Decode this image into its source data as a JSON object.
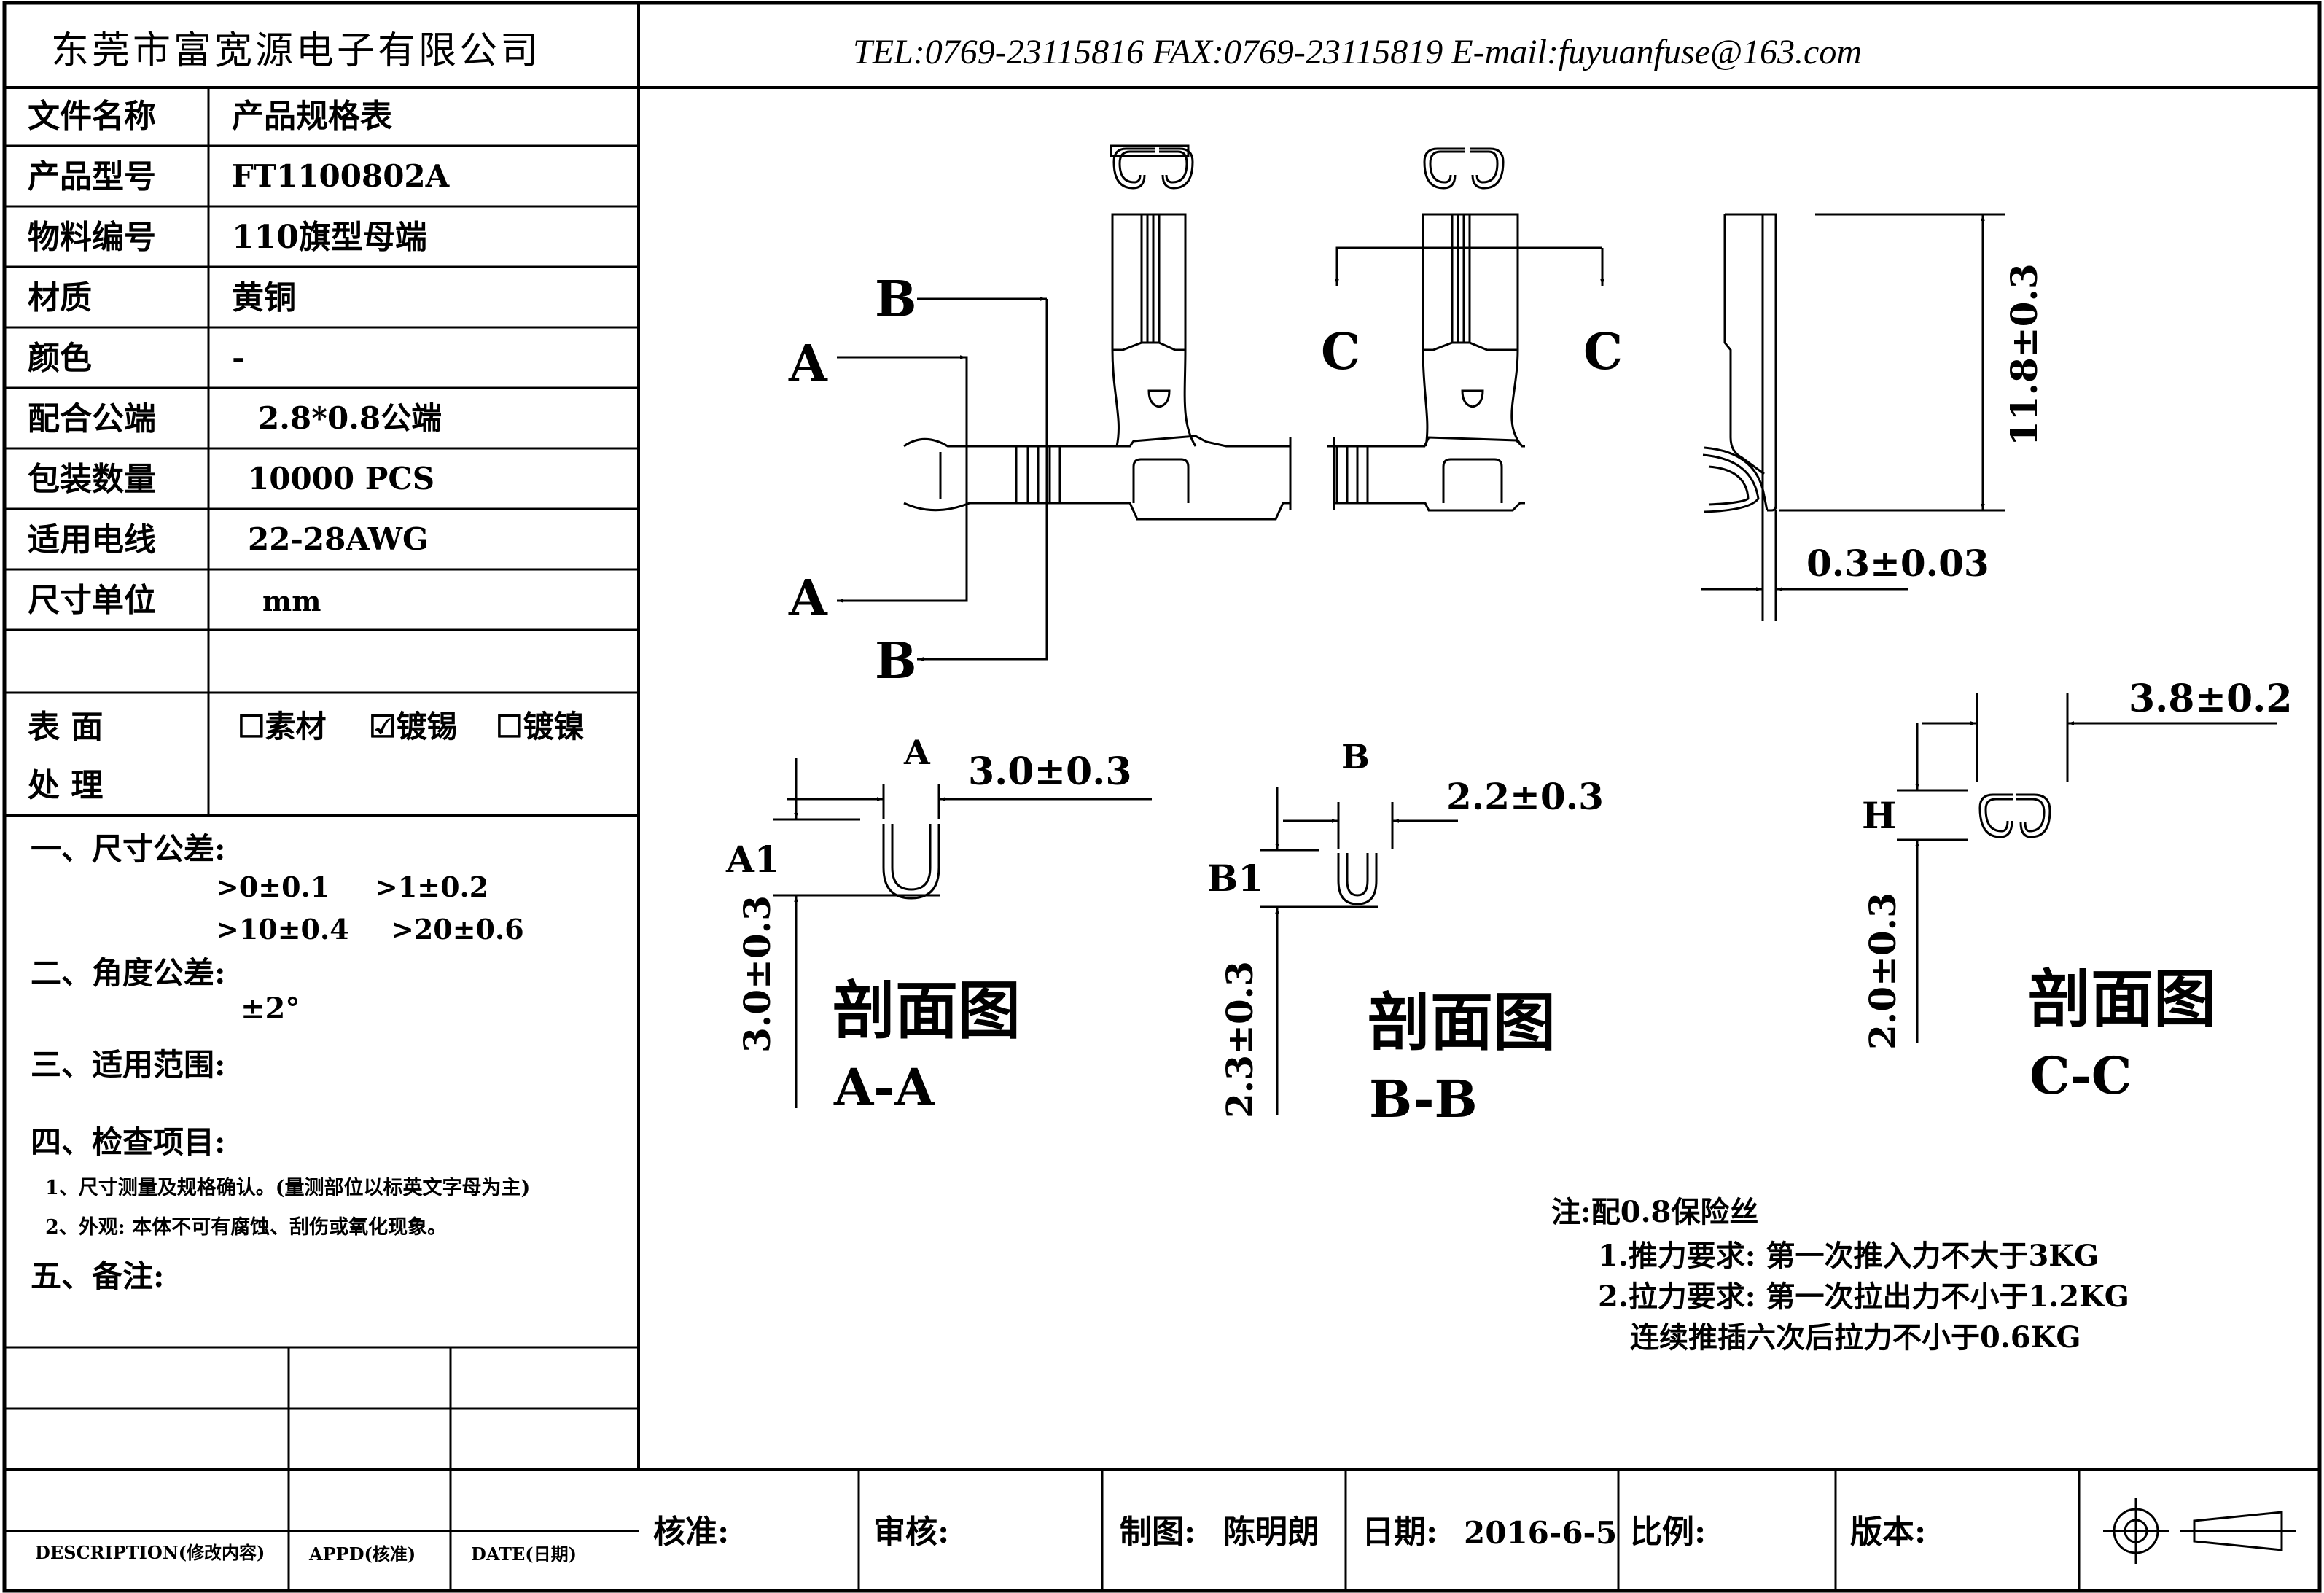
{
  "company": "东莞市富宽源电子有限公司",
  "contact": "TEL:0769-23115816 FAX:0769-23115819 E-mail:fuyuanfuse@163.com",
  "spec": [
    {
      "label": "文件名称",
      "value": "产品规格表"
    },
    {
      "label": "产品型号",
      "value": "FT1100802A"
    },
    {
      "label": "物料编号",
      "value": "110旗型母端"
    },
    {
      "label": "材质",
      "value": "黄铜"
    },
    {
      "label": "颜色",
      "value": "-"
    },
    {
      "label": "配合公端",
      "value": "2.8*0.8公端"
    },
    {
      "label": "包装数量",
      "value": "10000 PCS"
    },
    {
      "label": "适用电线",
      "value": "22-28AWG"
    },
    {
      "label": "尺寸单位",
      "value": "mm"
    }
  ],
  "surface": {
    "label_line1": "表 面",
    "label_line2": "处 理",
    "options": [
      {
        "mark": "☐",
        "text": "素材"
      },
      {
        "mark": "☑",
        "text": "镀锡"
      },
      {
        "mark": "☐",
        "text": "镀镍"
      }
    ]
  },
  "notes": {
    "tolerance_title": "一、尺寸公差:",
    "tol_1": ">0±0.1",
    "tol_2": ">1±0.2",
    "tol_3": ">10±0.4",
    "tol_4": ">20±0.6",
    "angle_title": "二、角度公差:",
    "angle_value": "±2°",
    "range_title": "三、适用范围:",
    "inspect_title": "四、检查项目:",
    "inspect_1": "1、尺寸测量及规格确认。(量测部位以标英文字母为主)",
    "inspect_2": "2、外观: 本体不可有腐蚀、刮伤或氧化现象。",
    "remark_title": "五、备注:"
  },
  "revision": {
    "description": "DESCRIPTION(修改内容)",
    "appd": "APPD(核准)",
    "date": "DATE(日期)"
  },
  "title_block": {
    "check": "核准:",
    "review": "审核:",
    "drawn_label": "制图:",
    "drawn_by": "陈明朗",
    "date_label": "日期:",
    "date": "2016-6-5",
    "scale": "比例:",
    "version": "版本:"
  },
  "drawing": {
    "labels": {
      "a": "A",
      "b": "B",
      "c": "C"
    },
    "height_dim": "11.8±0.3",
    "thickness_dim": "0.3±0.03",
    "section_aa": {
      "title": "剖面图",
      "name": "A-A",
      "tag": "A",
      "tag2": "A1",
      "width_dim": "3.0±0.3",
      "height_dim": "3.0±0.3"
    },
    "section_bb": {
      "title": "剖面图",
      "name": "B-B",
      "tag": "B",
      "tag2": "B1",
      "width_dim": "2.2±0.3",
      "height_dim": "2.3±0.3"
    },
    "section_cc": {
      "title": "剖面图",
      "name": "C-C",
      "tag": "H",
      "width_dim": "3.8±0.2",
      "height_dim": "2.0±0.3"
    },
    "note_title": "注:配0.8保险丝",
    "note_1": "1.推力要求: 第一次推入力不大于3KG",
    "note_2": "2.拉力要求: 第一次拉出力不小于1.2KG",
    "note_3": "连续推插六次后拉力不小于0.6KG"
  }
}
